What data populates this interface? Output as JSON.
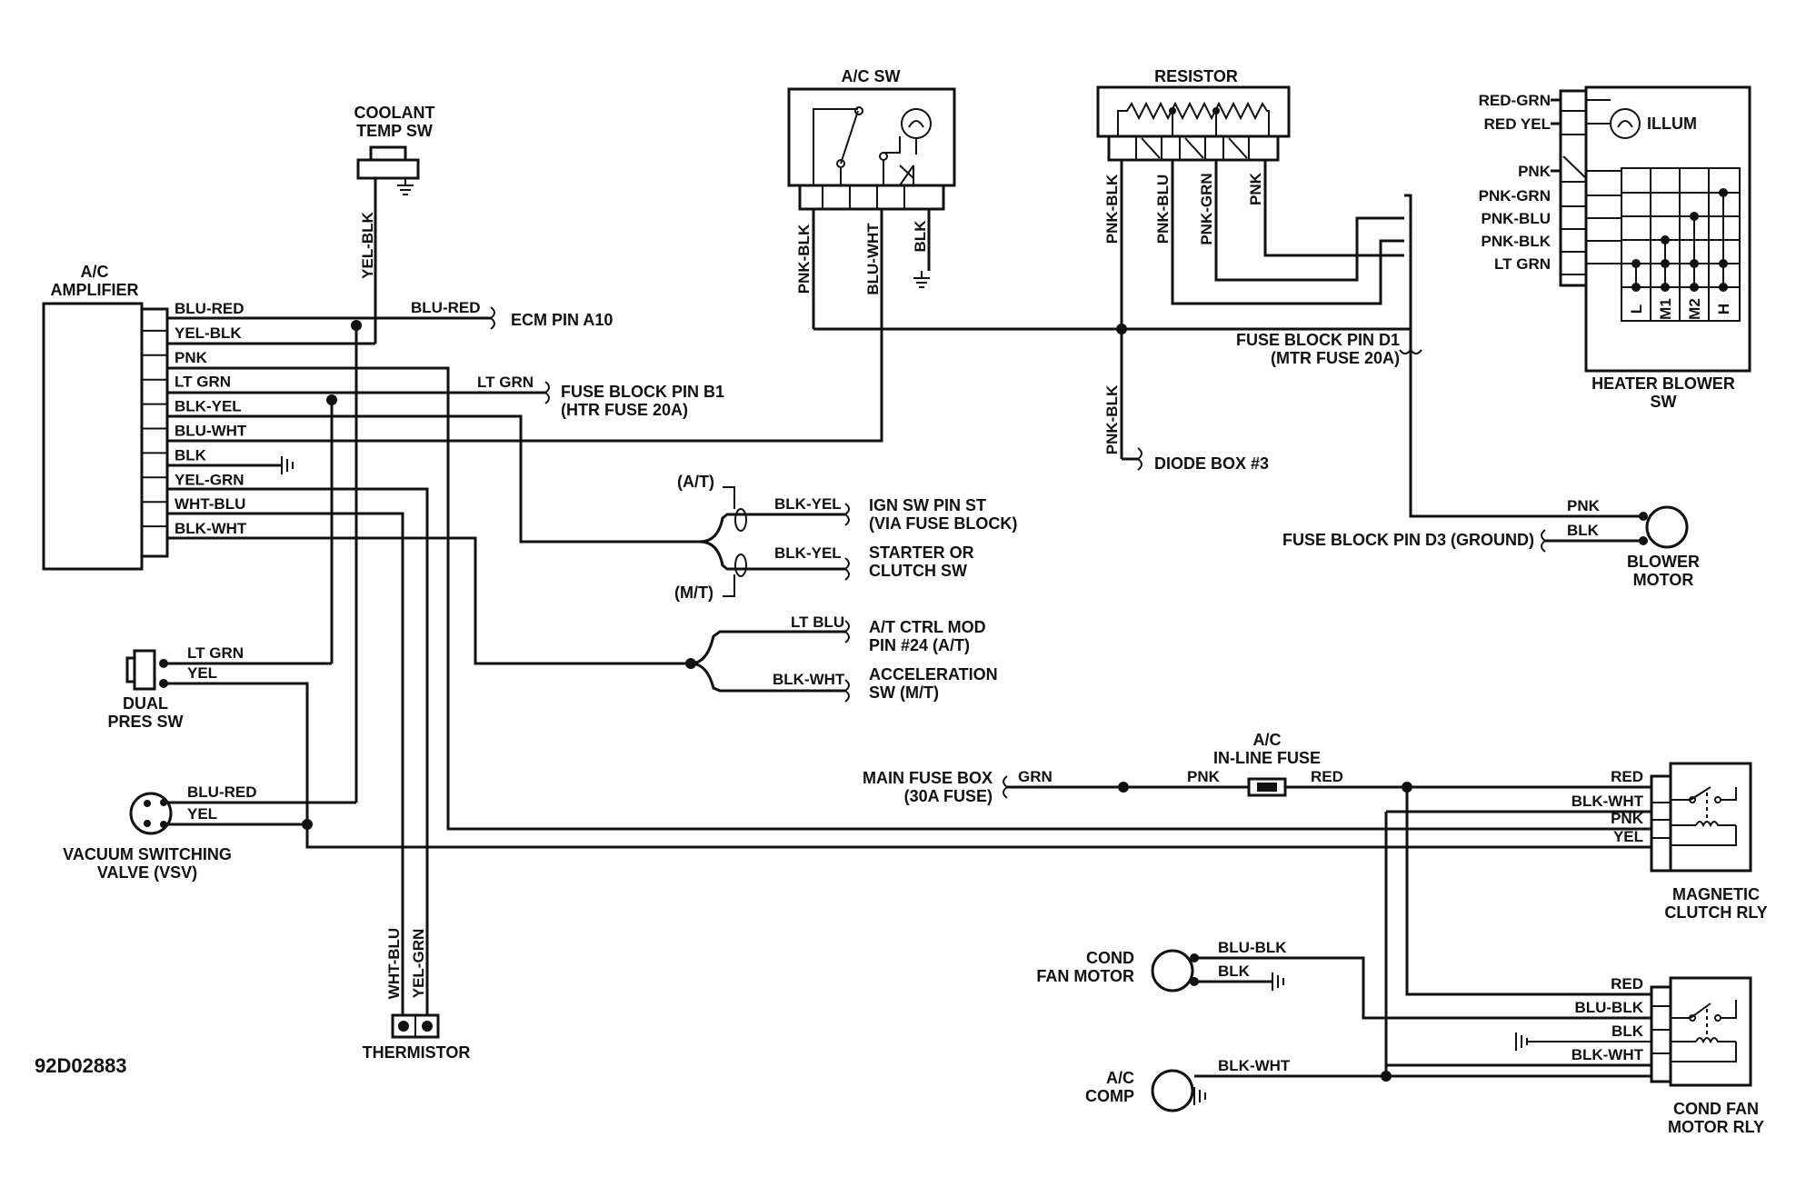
{
  "diagram_id": "92D02883",
  "components": {
    "coolant_temp_sw": [
      "COOLANT",
      "TEMP SW"
    ],
    "ac_amplifier": [
      "A/C",
      "AMPLIFIER"
    ],
    "ac_sw": "A/C SW",
    "resistor": "RESISTOR",
    "illum": "ILLUM",
    "heater_blower_sw": [
      "HEATER BLOWER",
      "SW"
    ],
    "blower_motor": [
      "BLOWER",
      "MOTOR"
    ],
    "dual_pres_sw": [
      "DUAL",
      "PRES SW"
    ],
    "vsv": [
      "VACUUM SWITCHING",
      "VALVE (VSV)"
    ],
    "thermistor": "THERMISTOR",
    "ac_inline_fuse": [
      "A/C",
      "IN-LINE FUSE"
    ],
    "magnetic_clutch_rly": [
      "MAGNETIC",
      "CLUTCH RLY"
    ],
    "cond_fan_motor": [
      "COND",
      "FAN MOTOR"
    ],
    "ac_comp": [
      "A/C",
      "COMP"
    ],
    "cond_fan_motor_rly": [
      "COND FAN",
      "MOTOR RLY"
    ]
  },
  "destinations": {
    "ecm": "ECM PIN A10",
    "fuse_b1": [
      "FUSE BLOCK PIN B1",
      "(HTR FUSE 20A)"
    ],
    "ign_sw": [
      "IGN SW PIN ST",
      "(VIA FUSE BLOCK)"
    ],
    "starter": [
      "STARTER OR",
      "CLUTCH SW"
    ],
    "at_ctrl": [
      "A/T CTRL MOD",
      "PIN #24 (A/T)"
    ],
    "accel_sw": [
      "ACCELERATION",
      "SW (M/T)"
    ],
    "fuse_d1": [
      "FUSE BLOCK PIN D1",
      "(MTR FUSE 20A)"
    ],
    "diode_box": "DIODE BOX #3",
    "fuse_d3": "FUSE BLOCK PIN D3 (GROUND)",
    "main_fuse": [
      "MAIN FUSE BOX",
      "(30A FUSE)"
    ]
  },
  "notes": {
    "at": "(A/T)",
    "mt": "(M/T)"
  },
  "amp_pins": [
    "BLU-RED",
    "YEL-BLK",
    "PNK",
    "LT GRN",
    "BLK-YEL",
    "BLU-WHT",
    "BLK",
    "YEL-GRN",
    "WHT-BLU",
    "BLK-WHT"
  ],
  "wire_labels": {
    "coolant_yel_blk": "YEL-BLK",
    "ecm_blu_red": "BLU-RED",
    "fuse_b1_lt_grn": "LT GRN",
    "ign_blk_yel": "BLK-YEL",
    "starter_blk_yel": "BLK-YEL",
    "at_lt_blu": "LT BLU",
    "accel_blk_wht": "BLK-WHT",
    "acsw_pnk_blk": "PNK-BLK",
    "acsw_blu_wht": "BLU-WHT",
    "acsw_blk": "BLK",
    "res_pnk_blk": "PNK-BLK",
    "res_pnk_blu": "PNK-BLU",
    "res_pnk_grn": "PNK-GRN",
    "res_pnk": "PNK",
    "diode_pnk_blk": "PNK-BLK",
    "blower_pins": [
      "RED-GRN",
      "RED YEL",
      "PNK",
      "PNK-GRN",
      "PNK-BLU",
      "PNK-BLK",
      "LT GRN"
    ],
    "hb_positions": [
      "L",
      "M1",
      "M2",
      "H"
    ],
    "bm_pnk": "PNK",
    "bm_blk": "BLK",
    "dps_lt_grn": "LT GRN",
    "dps_yel": "YEL",
    "vsv_blu_red": "BLU-RED",
    "vsv_yel": "YEL",
    "th_wht_blu": "WHT-BLU",
    "th_yel_grn": "YEL-GRN",
    "mf_grn": "GRN",
    "mf_pnk": "PNK",
    "mf_red": "RED",
    "mc_pins": [
      "RED",
      "BLK-WHT",
      "PNK",
      "YEL"
    ],
    "cf_blu_blk": "BLU-BLK",
    "cf_blk": "BLK",
    "comp_blk_wht": "BLK-WHT",
    "cfr_pins": [
      "RED",
      "BLU-BLK",
      "BLK",
      "BLK-WHT"
    ]
  }
}
